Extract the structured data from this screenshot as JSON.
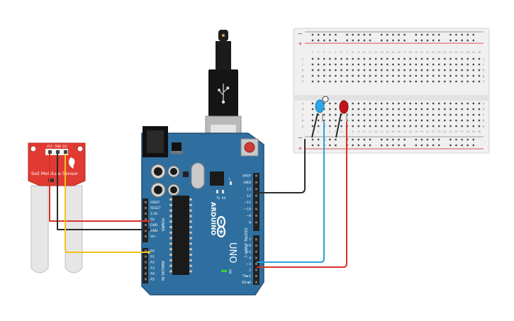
{
  "colors": {
    "board": "#2f6f9f",
    "board_edge": "#1f4f78",
    "header": "#222222",
    "sensor_red": "#e13a32",
    "sensor_prong": "#e6e6e6",
    "breadboard": "#f0f0f0",
    "wire_red": "#d9322a",
    "wire_black": "#2b2b2b",
    "wire_yellow": "#f0c419",
    "wire_blue": "#2aa0d6",
    "led_blue": "#2ea6e6",
    "led_red": "#c0141a"
  },
  "sensor": {
    "label": "Soil Moisture Sensor",
    "pins": [
      "VCC",
      "GND",
      "SIG"
    ]
  },
  "arduino": {
    "brand": "ARDUINO",
    "model": "UNO",
    "tx_label": "TX",
    "rx_label": "RX",
    "l_label": "L",
    "on_label": "ON",
    "power_label": "POWER",
    "analog_label": "ANALOG IN",
    "digital_label": "DIGITAL (PWM~)",
    "power_pins": [
      "IOREF",
      "RESET",
      "3.3V",
      "5V",
      "GND",
      "GND",
      "Vin"
    ],
    "analog_pins": [
      "A0",
      "A1",
      "A2",
      "A3",
      "A4",
      "A5"
    ],
    "digital_top_pins": [
      "AREF",
      "GND",
      "13",
      "12",
      "~11",
      "~10",
      "~9",
      "8"
    ],
    "digital_bottom_pins": [
      "7",
      "~6",
      "~5",
      "4",
      "~3",
      "2",
      "TX►1",
      "RX◄0"
    ]
  },
  "breadboard": {
    "column_numbers": [
      "1",
      "2",
      "3",
      "4",
      "5",
      "6",
      "7",
      "8",
      "9",
      "10",
      "11",
      "12",
      "13",
      "14",
      "15",
      "16",
      "17",
      "18",
      "19",
      "20",
      "21",
      "22",
      "23",
      "24",
      "25",
      "26",
      "27",
      "28",
      "29",
      "30"
    ],
    "row_letters_top": [
      "j",
      "i",
      "h",
      "g",
      "f"
    ],
    "row_letters_bottom": [
      "e",
      "d",
      "c",
      "b",
      "a"
    ],
    "minus": "−",
    "plus": "+"
  }
}
